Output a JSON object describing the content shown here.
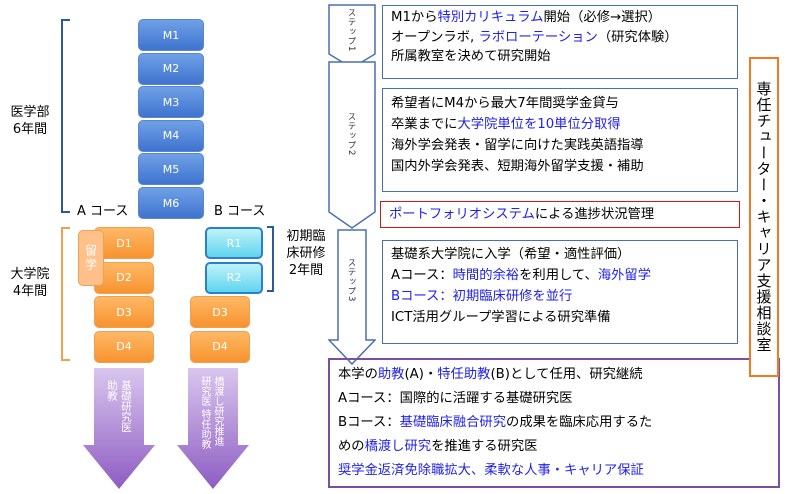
{
  "left": {
    "med_label": [
      "医学部",
      "6年間"
    ],
    "grad_label": [
      "大学院",
      "4年間"
    ],
    "course_a": "A コース",
    "course_b": "B コース",
    "m_blocks": [
      "M1",
      "M2",
      "M3",
      "M4",
      "M5",
      "M6"
    ],
    "a_blocks": [
      "D1",
      "D2",
      "D3",
      "D4"
    ],
    "b_blocks": [
      "R1",
      "R2",
      "D3",
      "D4"
    ],
    "ryugaku": "留学",
    "clinical_label": [
      "初期臨",
      "床研修",
      "2年間"
    ],
    "arrow_a": [
      "基礎研究医",
      "助教"
    ],
    "arrow_b": [
      "橋渡し研究推進",
      "研究医 特任助教"
    ]
  },
  "steps": [
    "ステップ1",
    "ステップ2",
    "ステップ3"
  ],
  "box1": [
    [
      {
        "t": "M1から"
      },
      {
        "t": "特別カリキュラム",
        "c": "blue"
      },
      {
        "t": "開始（必修→選択）"
      }
    ],
    [
      {
        "t": "オープンラボ, "
      },
      {
        "t": "ラボローテーション",
        "c": "blue"
      },
      {
        "t": "（研究体験）"
      }
    ],
    [
      {
        "t": "所属教室を決めて研究開始"
      }
    ]
  ],
  "box2": [
    [
      {
        "t": "希望者にM4から最大7年間奨学金貸与"
      }
    ],
    [
      {
        "t": "卒業までに"
      },
      {
        "t": "大学院単位を10単位分取得",
        "c": "blue"
      }
    ],
    [
      {
        "t": "海外学会発表・留学に向けた実践英語指導"
      }
    ],
    [
      {
        "t": "国内外学会発表、短期海外留学支援・補助"
      }
    ]
  ],
  "portfolio": [
    {
      "t": "ポートフォリオシステム",
      "c": "blue"
    },
    {
      "t": "による進捗状況管理"
    }
  ],
  "box3": [
    [
      {
        "t": "基礎系大学院に入学（希望・適性評価）"
      }
    ],
    [
      {
        "t": "Aコース："
      },
      {
        "t": "時間的余裕",
        "c": "blue"
      },
      {
        "t": "を利用して、"
      },
      {
        "t": "海外留学",
        "c": "blue"
      }
    ],
    [
      {
        "t": "Bコース：初期臨床研修を並行",
        "c": "blue"
      }
    ],
    [
      {
        "t": "ICT活用グループ学習による研究準備"
      }
    ]
  ],
  "box4": [
    [
      {
        "t": "本学の"
      },
      {
        "t": "助教",
        "c": "blue"
      },
      {
        "t": "(A)・"
      },
      {
        "t": "特任助教",
        "c": "blue"
      },
      {
        "t": "(B)として任用、研究継続"
      }
    ],
    [
      {
        "t": "Aコース：国際的に活躍する基礎研究医"
      }
    ],
    [
      {
        "t": "Bコース："
      },
      {
        "t": "基礎臨床融合研究",
        "c": "blue"
      },
      {
        "t": "の成果を臨床応用するた"
      }
    ],
    [
      {
        "t": "めの"
      },
      {
        "t": "橋渡し研究",
        "c": "blue"
      },
      {
        "t": "を推進する研究医"
      }
    ],
    [
      {
        "t": "奨学金返済免除職拡大、柔軟な人事・キャリア保証",
        "c": "blue"
      }
    ]
  ],
  "tutor": "専任チューター・キャリア支援相談室",
  "colors": {
    "m_block": "#4f82d6",
    "d_block": "#f7932f",
    "r_block": "#5fd4ec",
    "box_border": "#4a6fb0",
    "portfolio_border": "#d01818",
    "box4_border": "#7b4fa0",
    "tutor_border": "#f07a20",
    "arrow_purple": "#9b6fc8",
    "emphasis_text": "#2222ee"
  }
}
